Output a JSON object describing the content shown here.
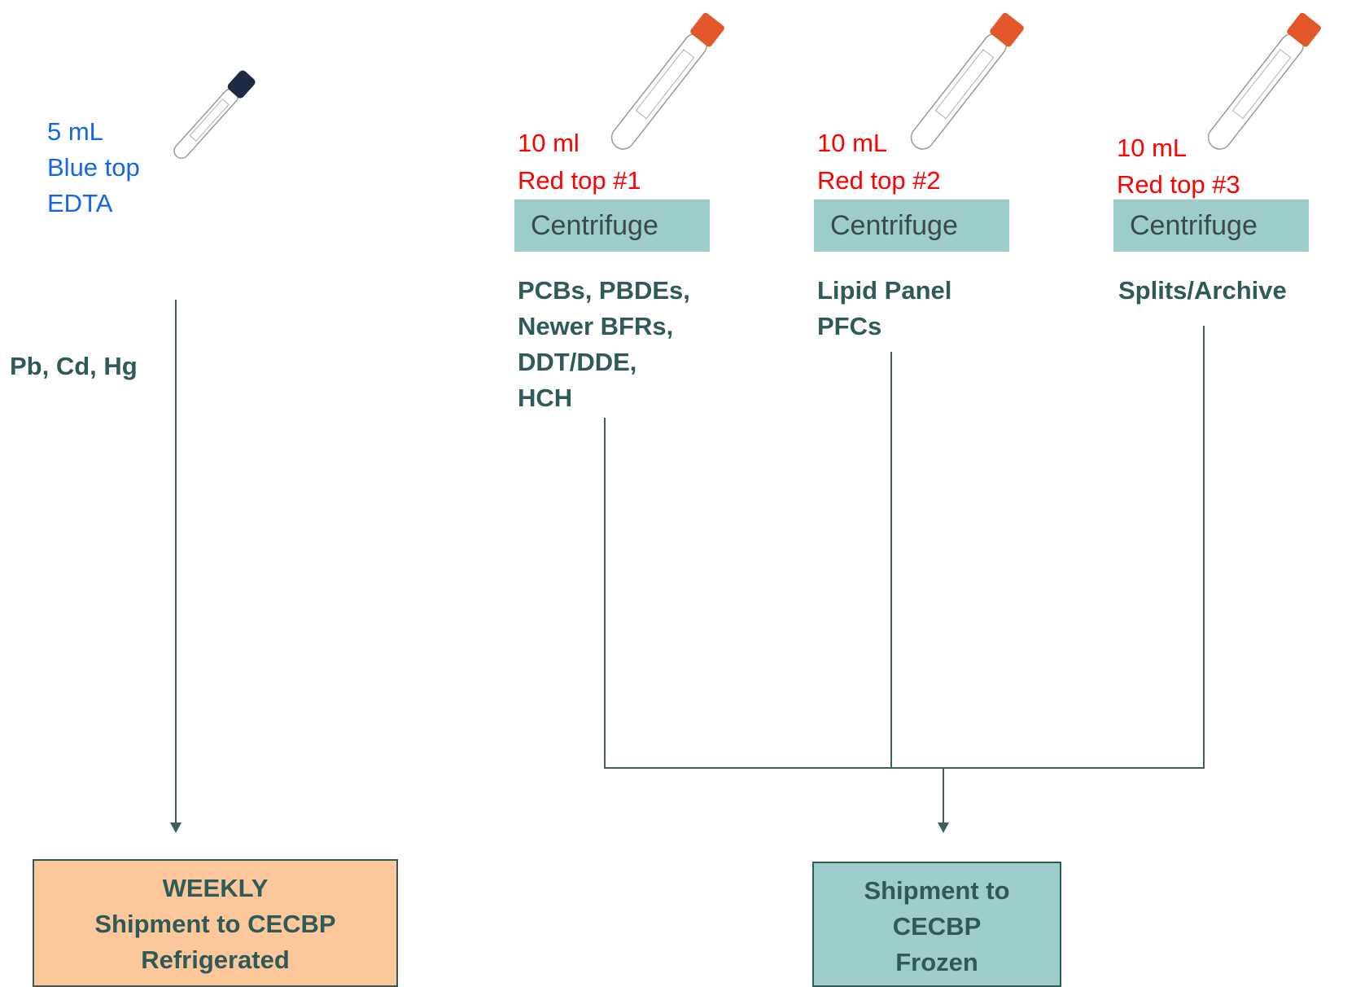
{
  "blue_tube": {
    "volume": "5 mL",
    "type": "Blue top",
    "additive": "EDTA",
    "analytes": "Pb, Cd, Hg"
  },
  "red_tubes": [
    {
      "volume": "10 ml",
      "type": "Red top #1",
      "process": "Centrifuge",
      "analytes": [
        "PCBs, PBDEs,",
        "Newer BFRs,",
        "DDT/DDE,",
        "HCH"
      ]
    },
    {
      "volume": "10 mL",
      "type": "Red top #2",
      "process": "Centrifuge",
      "analytes": [
        "Lipid Panel",
        "PFCs"
      ]
    },
    {
      "volume": "10 mL",
      "type": "Red top #3",
      "process": "Centrifuge",
      "analytes": [
        "Splits/Archive"
      ]
    }
  ],
  "shipment_weekly": [
    "WEEKLY",
    "Shipment to CECBP",
    "Refrigerated"
  ],
  "shipment_frozen": [
    "Shipment to",
    "CECBP",
    "Frozen"
  ],
  "colors": {
    "blue_text": "#1565e8",
    "red_text": "#ff0000",
    "teal_box": "#9dcdca",
    "orange_box": "#fcc89b",
    "line": "#3d5e5a",
    "tube_cap_blue": "#1c2a44",
    "tube_cap_red": "#e2582a"
  },
  "icons": [
    "blood-tube-blue-cap-icon",
    "blood-tube-red-cap-icon"
  ]
}
